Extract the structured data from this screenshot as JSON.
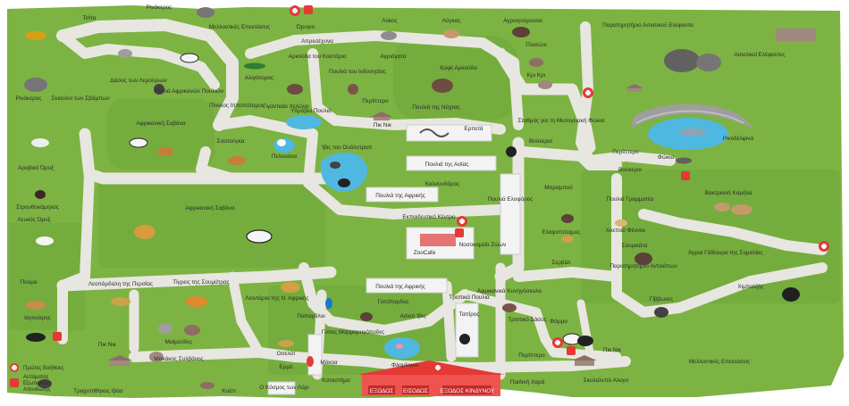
{
  "colors": {
    "grass": "#7cb342",
    "grass_dark": "#689f38",
    "path": "#e8e6e0",
    "path_edge": "#d6d3cb",
    "water": "#4fb8e0",
    "building": "#f3f3f3",
    "entrance_red": "#e53935",
    "firstaid_red": "#e53935",
    "roof_brown": "#8d6e63"
  },
  "labels": {
    "top_left_corner": "Τσίτα",
    "rinokeros_top": "Ρινόκερος",
    "mellontikes_top": "Μελλοντικές Επεκτάσεις",
    "orygio": "Όρυγιο",
    "lykos": "Λύκος",
    "lygkas": "Λύγκας",
    "agriogourouna": "Αγριογούρουνα",
    "paratiritirio": "Παρατηρητήριο Ασιατικού Ελέφαντα",
    "asiatikoi_elefantes": "Ασιατικοί Ελέφαντες",
    "apresexumena": "Απρεσέχυνα",
    "arktos": "Αρκούδα του Καστόριο",
    "poulia_ind": "Πουλιά του Ινδονησίας",
    "agriogata": "Αγριόγατα",
    "kafe_arkouda": "Καφέ Αρκούδα",
    "platoni": "Πλατώνι",
    "kri_kri": "Κρι Κρι",
    "dasos_lemouria": "Δάσος των Λεμούριων",
    "pidia_afrikanon": "Πηδιά Αφρικανών Πουλιών",
    "alligatoras": "Αλιγάτορας",
    "gigantia_xelona": "Γιγαντιαία Χελώνα",
    "pinekos": "Πίνεκος Ιπποπόταμος",
    "periptero_top": "Περίπτερο",
    "pik_nik_top": "Πικ Νικ",
    "poulia_nyxtas": "Πουλιά της Νύχτας",
    "ydrovia": "Υδρόβια Πουλιά",
    "stathmos": "Σταθμός για τη Μεσογειακή Φώκια",
    "rinokeros_left": "Ρινόκερος",
    "skiuloi": "Σκιούλοι των Σβάμπων",
    "afrikaniki_savana_top": "Αφρικανική Σαβάνα",
    "zebra_small": "Σιτατούγκα",
    "pelekanoi": "Πελεκάνοι",
    "ibis": "Ίβις του Ουάλντραπ",
    "erpeta": "Ερπετά",
    "poulia_asias": "Πουλιά της Ασίας",
    "voukeroi_top": "Βούκεροι",
    "periptero_right": "Περίπτερο",
    "fokia": "Φώκια",
    "rinodelfinia": "Ρινοδέλφινα",
    "araviko_oryx": "Αραβικό Όρυξ",
    "kaloundaros": "Καλουνδάρος",
    "poulia_afrikis": "Πουλιά της Αφρικής",
    "poulia_eloforos": "Πουλιά Ελοφόρος",
    "marampou": "Μαραμπού",
    "voukeroi_right": "Βούκεροι",
    "poulia_grammatea": "Πουλιά Γραμματέα",
    "vaktriani": "Βακτριανή Καμήλα",
    "afrikaniki_savana_big": "Αφρικανική Σαβάνα",
    "ekpaideutiko": "Εκπαιδευτικό Κέντρο",
    "nosokomeio": "Νοσοκομείο Ζώων",
    "zoocafe": "ZooCafe",
    "elafopotamos": "Ελαφοπόταμος",
    "alepou": "Αλεπού Φέννεκ",
    "sourikata": "Σουρικάτα",
    "leukos_oryx": "Λευκός Όρυξ",
    "zervail": "Σερβάλ",
    "agria_gaidouria": "Άγρια Γάϊδουρα της Σομαλίας",
    "strouthokamilos": "Στρουθοκάμηλος",
    "paratiritirio_ant": "Παρατηρητήριο Αντιλόπων",
    "pouma": "Πούμα",
    "leopardali": "Λεοπάρδαλη της Περσίας",
    "tigris": "Τίγρεις της Σουμάτρας",
    "poulia_afrikis_2": "Πουλιά της Αφρικής",
    "tropika": "Τροπικά Πουλιά",
    "afrikani_kynigi": "Αφρικανικά Κυνηγόσκυλα",
    "xorioskopio": "Χιμπατζής",
    "liontaria": "Λιοντάρια της Ν. Αφρικής",
    "gepardos": "Γατόπαρδος",
    "papagalia": "Παπαγάλοι",
    "tragos": "Ταπίρος",
    "iaguaros": "Ιαγουάρος",
    "maimoudes": "Μαϊμούδες",
    "poulia_marmot": "Γύπες Μαρμαρυγόποδες",
    "aska": "Ασκιά Ίβις",
    "tropiko_dasos": "Τροπικό Δάσος",
    "gibones": "Γίββωνες",
    "faros": "Φάρμο",
    "pik_nik_left": "Πικ Νικ",
    "makakos": "Μακάκος Συλβάνος",
    "ocelot": "Οσελότ",
    "ermos": "Ερμό",
    "mokoa": "Μόκοα",
    "flamingo": "Φλαμίνγκο",
    "periptero_bottom": "Περίπτερο",
    "pik_nik_bottom": "Πικ Νικ",
    "mellontikes_bottom": "Μελλοντικές Επεκτάσεις",
    "trachypithikos": "Τραχυπίθηκος Ιβάσ",
    "koati": "Κοάτι",
    "kosmos_loris": "Ο Κόσμος των Λόρι",
    "katadromi": "Καταστήμα",
    "exodos_1": "ΕΞΟΔΟΣ",
    "eisodos": "ΕΙΣΟΔΟΣ",
    "exodos_kindynou": "ΕΞΟΔΟΣ ΚΙΝΔΥΝΟΥ",
    "paidiki_xara": "Παιδική Χαρά",
    "zebroid": "Σκυλαλεπό Αλογο"
  },
  "legend": {
    "first_aid": "Πρώτες Βοήθειες",
    "defib_1": "Αυτόματος",
    "defib_2": "Εξωτερικός",
    "defib_3": "Απινιδωτής"
  },
  "icons": {
    "first_aid": "first-aid-icon",
    "defibrillator": "defibrillator-icon",
    "picnic": "picnic-table-icon",
    "entrance": "entrance-building-icon"
  }
}
